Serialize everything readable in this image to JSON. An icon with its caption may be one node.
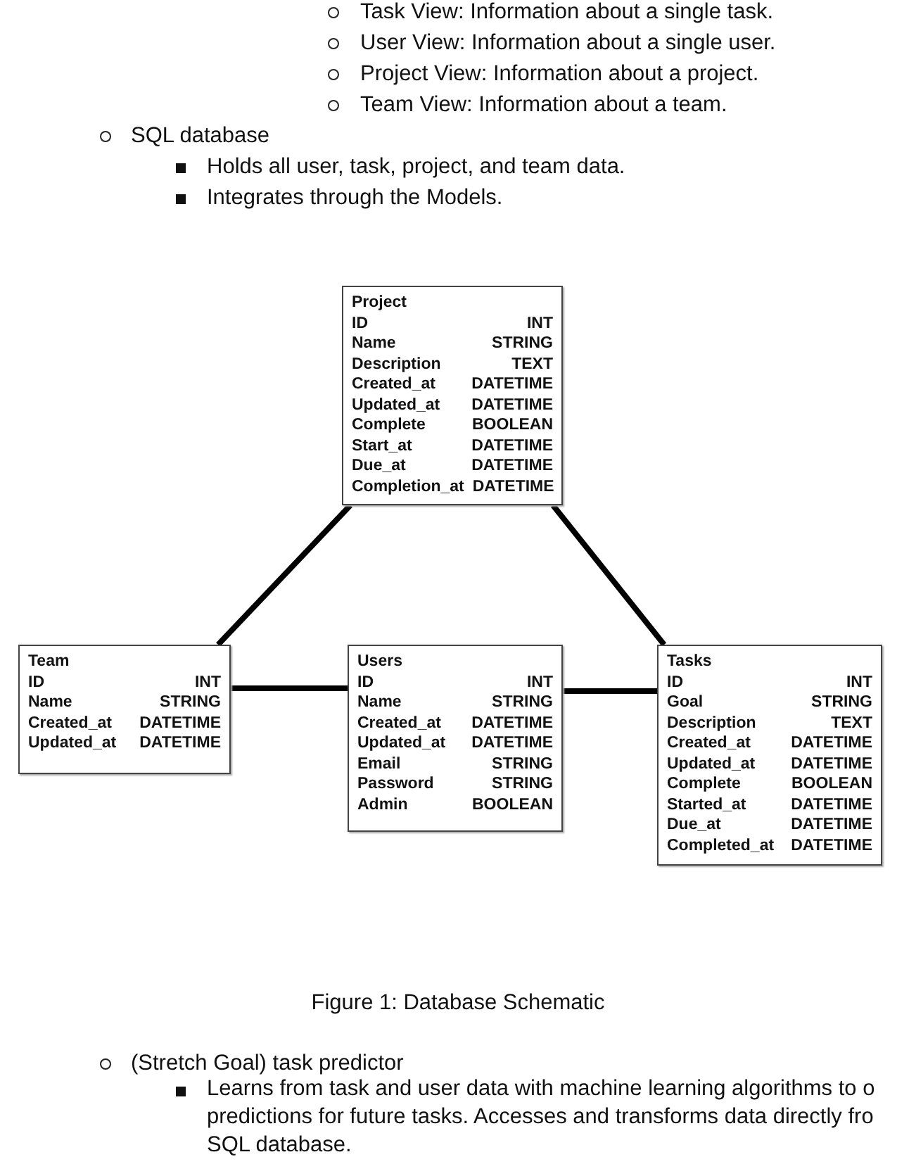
{
  "diagram": {
    "caption": "Figure 1: Database Schematic",
    "nodes": [
      {
        "text": [
          "Project",
          "ID",
          "INT",
          "Name",
          "STRING",
          "Description",
          "TEXT",
          "Created_at",
          "DATETIME",
          "Updated_at",
          "DATETIME",
          "Complete",
          "BOOLEAN",
          "Start_at",
          "DATETIME",
          "Due_at",
          "DATETIME",
          "Completion_at",
          "DATETIME"
        ]
      },
      {
        "text": [
          "Team",
          "ID",
          "INT",
          "Name",
          "STRING",
          "Created_at",
          "DATETIME",
          "Updated_at",
          "DATETIME"
        ]
      },
      {
        "text": [
          "Users",
          "ID",
          "INT",
          "Name",
          "STRING",
          "Created_at",
          "DATETIME",
          "Updated_at",
          "DATETIME",
          "Email",
          "STRING",
          "Password",
          "STRING",
          "Admin",
          "BOOLEAN"
        ]
      },
      {
        "text": [
          "Tasks",
          "ID",
          "INT",
          "Goal",
          "STRING",
          "Description",
          "TEXT",
          "Created_at",
          "DATETIME",
          "Updated_at",
          "DATETIME",
          "Complete",
          "BOOLEAN",
          "Started_at",
          "DATETIME",
          "Due_at",
          "DATETIME",
          "Completed_at",
          "DATETIME"
        ]
      }
    ],
    "edges": [
      {
        "from": 0,
        "to": 1,
        "arrow": "none"
      },
      {
        "from": 0,
        "to": 3,
        "arrow": "none"
      },
      {
        "from": 1,
        "to": 2,
        "arrow": "none"
      },
      {
        "from": 2,
        "to": 3,
        "arrow": "none"
      }
    ],
    "labels": [
      "Task View: Information about a single task.",
      "User View: Information about a single user.",
      "Project View: Information about a project.",
      "Team View: Information about a team.",
      "SQL database",
      "Holds all user, task, project, and team data.",
      "Integrates through the Models.",
      "(Stretch Goal) task predictor",
      "Learns from task and user data with machine learning algorithms to o predictions for future tasks. Accesses and transforms data directly fro SQL database."
    ]
  }
}
